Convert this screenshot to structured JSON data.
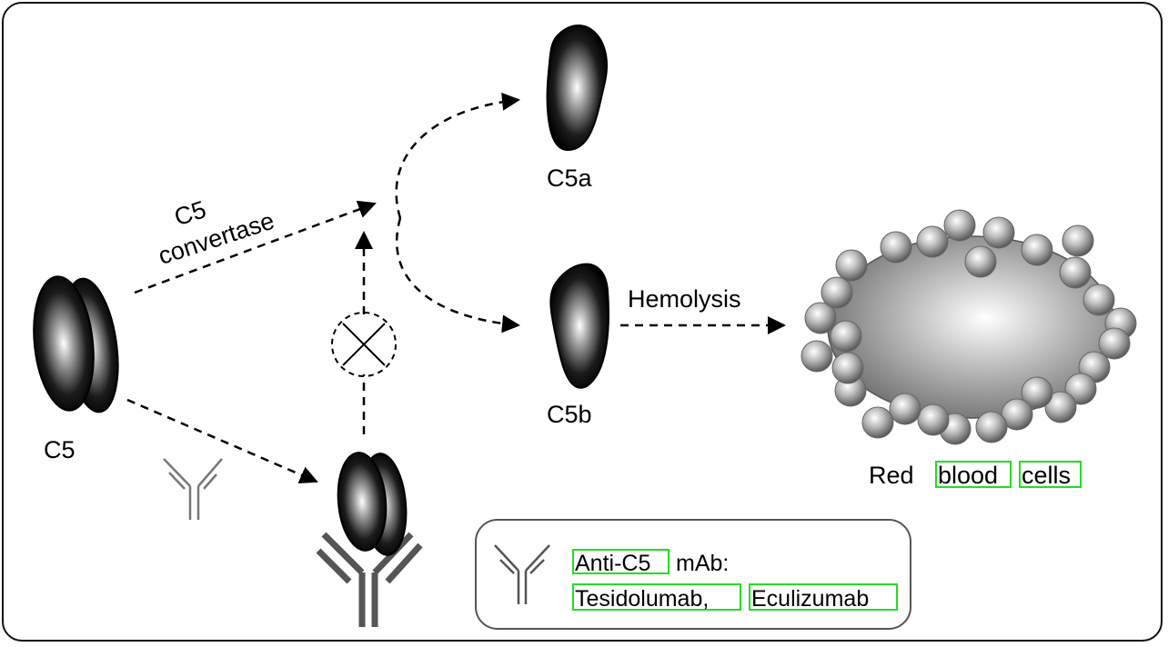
{
  "labels": {
    "c5_convertase_line1": "C5",
    "c5_convertase_line2": "convertase",
    "c5": "C5",
    "c5a": "C5a",
    "c5b": "C5b",
    "hemolysis": "Hemolysis",
    "rbc_word1": "Red",
    "rbc_word2": "blood",
    "rbc_word3": "cells"
  },
  "legend": {
    "line1_word1": "Anti-C5",
    "line1_word2": "mAb:",
    "line2_word1": "Tesidolumab,",
    "line2_word2": "Eculizumab"
  },
  "colors": {
    "highlight_box": "#22dd22",
    "frame": "#111111"
  }
}
